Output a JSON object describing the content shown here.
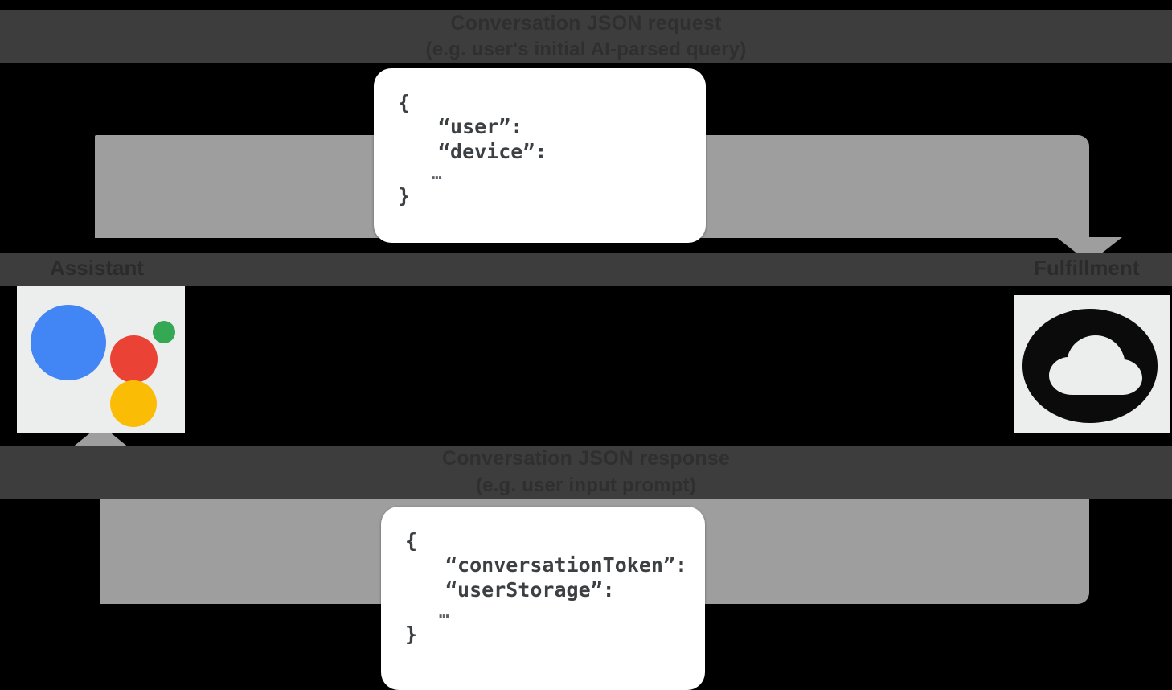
{
  "diagram": {
    "title": "Google Assistant conversation flow",
    "background_color": "#000000",
    "arrow_color": "#9e9e9e",
    "strip_color": "#3d3d3d"
  },
  "flow_top": {
    "label": "Conversation JSON request",
    "sublabel": "(e.g. user's initial AI-parsed query)",
    "direction": "assistant-to-fulfillment"
  },
  "flow_bottom": {
    "label": "Conversation JSON response",
    "sublabel": "(e.g. user input prompt)",
    "direction": "fulfillment-to-assistant"
  },
  "nodes": {
    "left": {
      "label": "Assistant",
      "icon": "google-assistant-icon",
      "colors": {
        "blue": "#4285F4",
        "red": "#EA4335",
        "green": "#34A853",
        "yellow": "#FBBC05"
      }
    },
    "right": {
      "label": "Fulfillment",
      "icon": "cloud-icon",
      "colors": {
        "circle": "#0b0b0b",
        "cloud": "#eceded"
      }
    }
  },
  "json_request": {
    "line_open": "{",
    "line_1": "“user”:",
    "line_2": "“device”:",
    "line_ellipsis": "…",
    "line_close": "}"
  },
  "json_response": {
    "line_open": "{",
    "line_1": "“conversationToken”:",
    "line_2": "“userStorage”:",
    "line_ellipsis": "…",
    "line_close": "}"
  }
}
